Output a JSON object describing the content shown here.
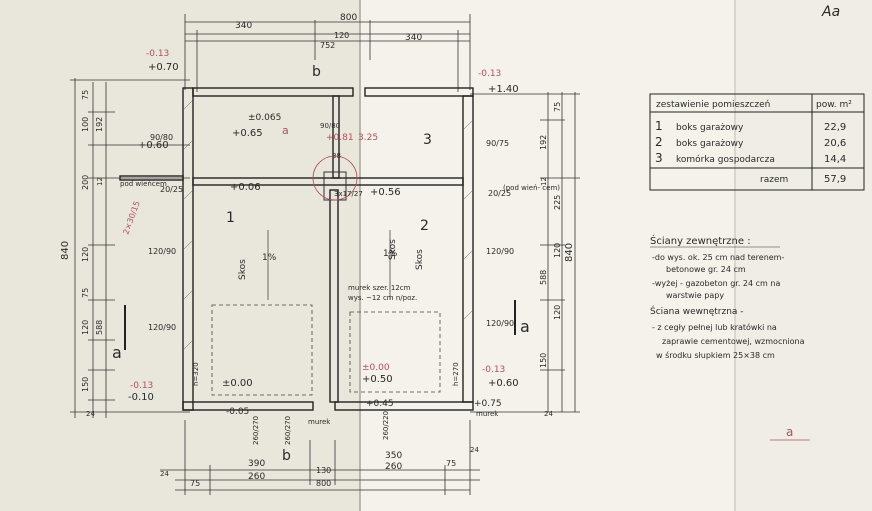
{
  "schedule": {
    "header_name": "zestawienie pomieszczeń",
    "header_area": "pow. m²",
    "rows": [
      {
        "no": "1",
        "name": "boks garażowy",
        "area": "22,9"
      },
      {
        "no": "2",
        "name": "boks garażowy",
        "area": "20,6"
      },
      {
        "no": "3",
        "name": "komórka gospodarcza",
        "area": "14,4"
      }
    ],
    "total_label": "razem",
    "total_value": "57,9"
  },
  "notes": {
    "ext_title": "Ściany zewnętrzne :",
    "ext_lines": [
      "-do wys. ok. 25 cm nad terenem-",
      "betonowe gr. 24 cm",
      "-wyżej - gazobeton gr. 24 cm na",
      "warstwie papy"
    ],
    "int_title": "Ściana wewnętrzna -",
    "int_lines": [
      "- z cegły pełnej lub kratówki na",
      "zaprawie cementowej, wzmocniona",
      "w środku słupkiem 25×38 cm"
    ]
  },
  "dims_top": {
    "total": "800",
    "left": "340",
    "mid": "120",
    "right": "340",
    "inner": "752"
  },
  "dims_bottom": {
    "a": "390",
    "b": "350",
    "c": "260",
    "d": "260",
    "e": "130",
    "f": "75",
    "g": "75",
    "h": "24",
    "i": "24",
    "total": "800"
  },
  "dims_left": {
    "total": "840",
    "v1": "75",
    "v2": "100",
    "v3": "192",
    "v4": "200",
    "v5": "12",
    "v6": "120",
    "v7": "75",
    "v8": "120",
    "v9": "588",
    "v10": "150",
    "v11": "24"
  },
  "dims_right": {
    "total": "840",
    "v1": "75",
    "v2": "192",
    "v3": "225",
    "v4": "12",
    "v5": "120",
    "v6": "588",
    "v7": "120",
    "v8": "150",
    "v9": "24"
  },
  "rooms": [
    {
      "no": "1",
      "label": "1"
    },
    {
      "no": "2",
      "label": "2"
    },
    {
      "no": "3",
      "label": "3"
    }
  ],
  "levels": {
    "l070": "+0.70",
    "l065": "+0.65",
    "l060a": "+0.60",
    "l140": "+1.40",
    "l006": "+0.06",
    "l056": "+0.56",
    "l000": "±0.00",
    "l005": "-0.05",
    "l050": "+0.50",
    "l045": "+0.45",
    "l010": "-0.10",
    "l060b": "+0.60",
    "l075": "+0.75",
    "l0065": "±0.065",
    "red_013a": "-0.13",
    "red_013b": "-0.13",
    "red_013c": "-0.13",
    "red_013d": "-0.13",
    "red_000a": "±0.00",
    "red_081": "+0.81"
  },
  "labels": {
    "skos1": "Skos",
    "skos2": "Skos",
    "skos3": "Skos",
    "pct1": "1%",
    "pct2": "1%",
    "murek_note1": "murek szer. 12cm",
    "murek_note2": "wys. ~12 cm n/poz.",
    "murek_a": "murek",
    "murek_b": "murek",
    "pod_wiencem_l": "pod wieńcem",
    "pod_wiencem_r": "(pod wień- cem)",
    "col": "38",
    "col_dims": "3x17/27",
    "h_l": "h=320",
    "h_r": "h=270",
    "frac_l1": "90/80",
    "frac_l2": "20/25",
    "frac_l3": "120/90",
    "frac_l4": "120/90",
    "frac_r1": "90/75",
    "frac_r2": "20/25",
    "frac_r3": "120/90",
    "frac_r4": "120/90",
    "frac_b1": "260/270",
    "frac_b2": "260/220",
    "frac_b3": "260/270",
    "frac_top": "90/80",
    "sec_a_left": "a",
    "sec_a_right": "a",
    "sec_b_top": "b",
    "sec_b_bottom": "b",
    "red_stairs": "2×30/15",
    "red_325": "3.25",
    "corner_mark": "Aa",
    "red_a": "a",
    "red_a_bottom": "a"
  }
}
